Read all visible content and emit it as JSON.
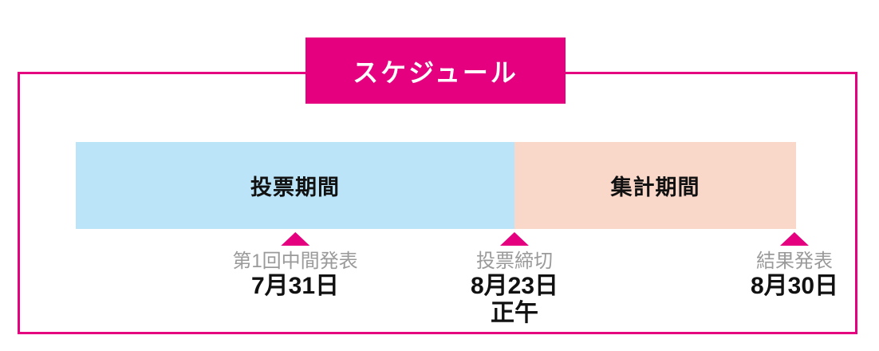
{
  "title": "スケジュール",
  "colors": {
    "accent": "#e4007f",
    "voting_bar": "#bbe4f8",
    "tally_bar": "#fad8c9",
    "label_gray": "#9a9a9a",
    "text_dark": "#111111"
  },
  "timeline": {
    "periods": [
      {
        "label": "投票期間"
      },
      {
        "label": "集計期間"
      }
    ],
    "milestones": [
      {
        "label": "第1回中間発表",
        "date": "7月31日",
        "time": ""
      },
      {
        "label": "投票締切",
        "date": "8月23日",
        "time": "正午"
      },
      {
        "label": "結果発表",
        "date": "8月30日",
        "time": ""
      }
    ]
  }
}
